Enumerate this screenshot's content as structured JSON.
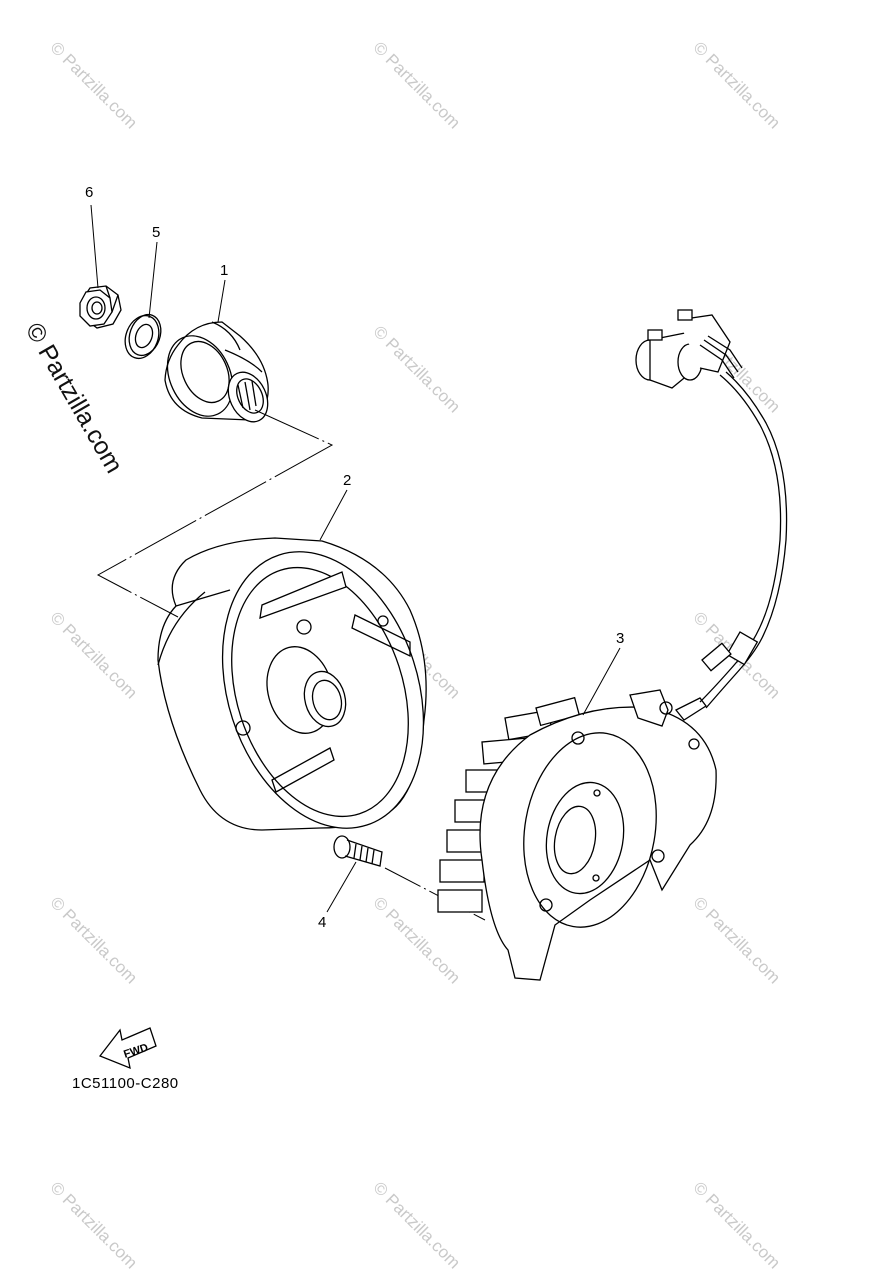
{
  "watermark": {
    "text": "© Partzilla.com"
  },
  "diagram": {
    "callouts": [
      "1",
      "2",
      "3",
      "4",
      "5",
      "6"
    ],
    "part_code": "1C51100-C280",
    "direction_label": "FWD"
  }
}
